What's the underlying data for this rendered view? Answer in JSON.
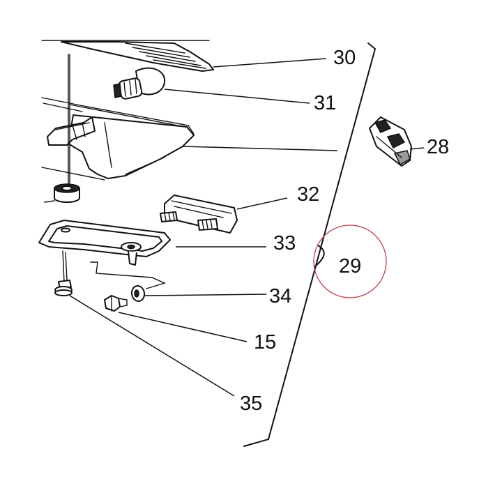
{
  "diagram": {
    "callouts": {
      "c30": "30",
      "c31": "31",
      "c28": "28",
      "c32": "32",
      "c33": "33",
      "c29": "29",
      "c34": "34",
      "c15": "15",
      "c35": "35"
    },
    "highlight_color": "#c0404a"
  }
}
